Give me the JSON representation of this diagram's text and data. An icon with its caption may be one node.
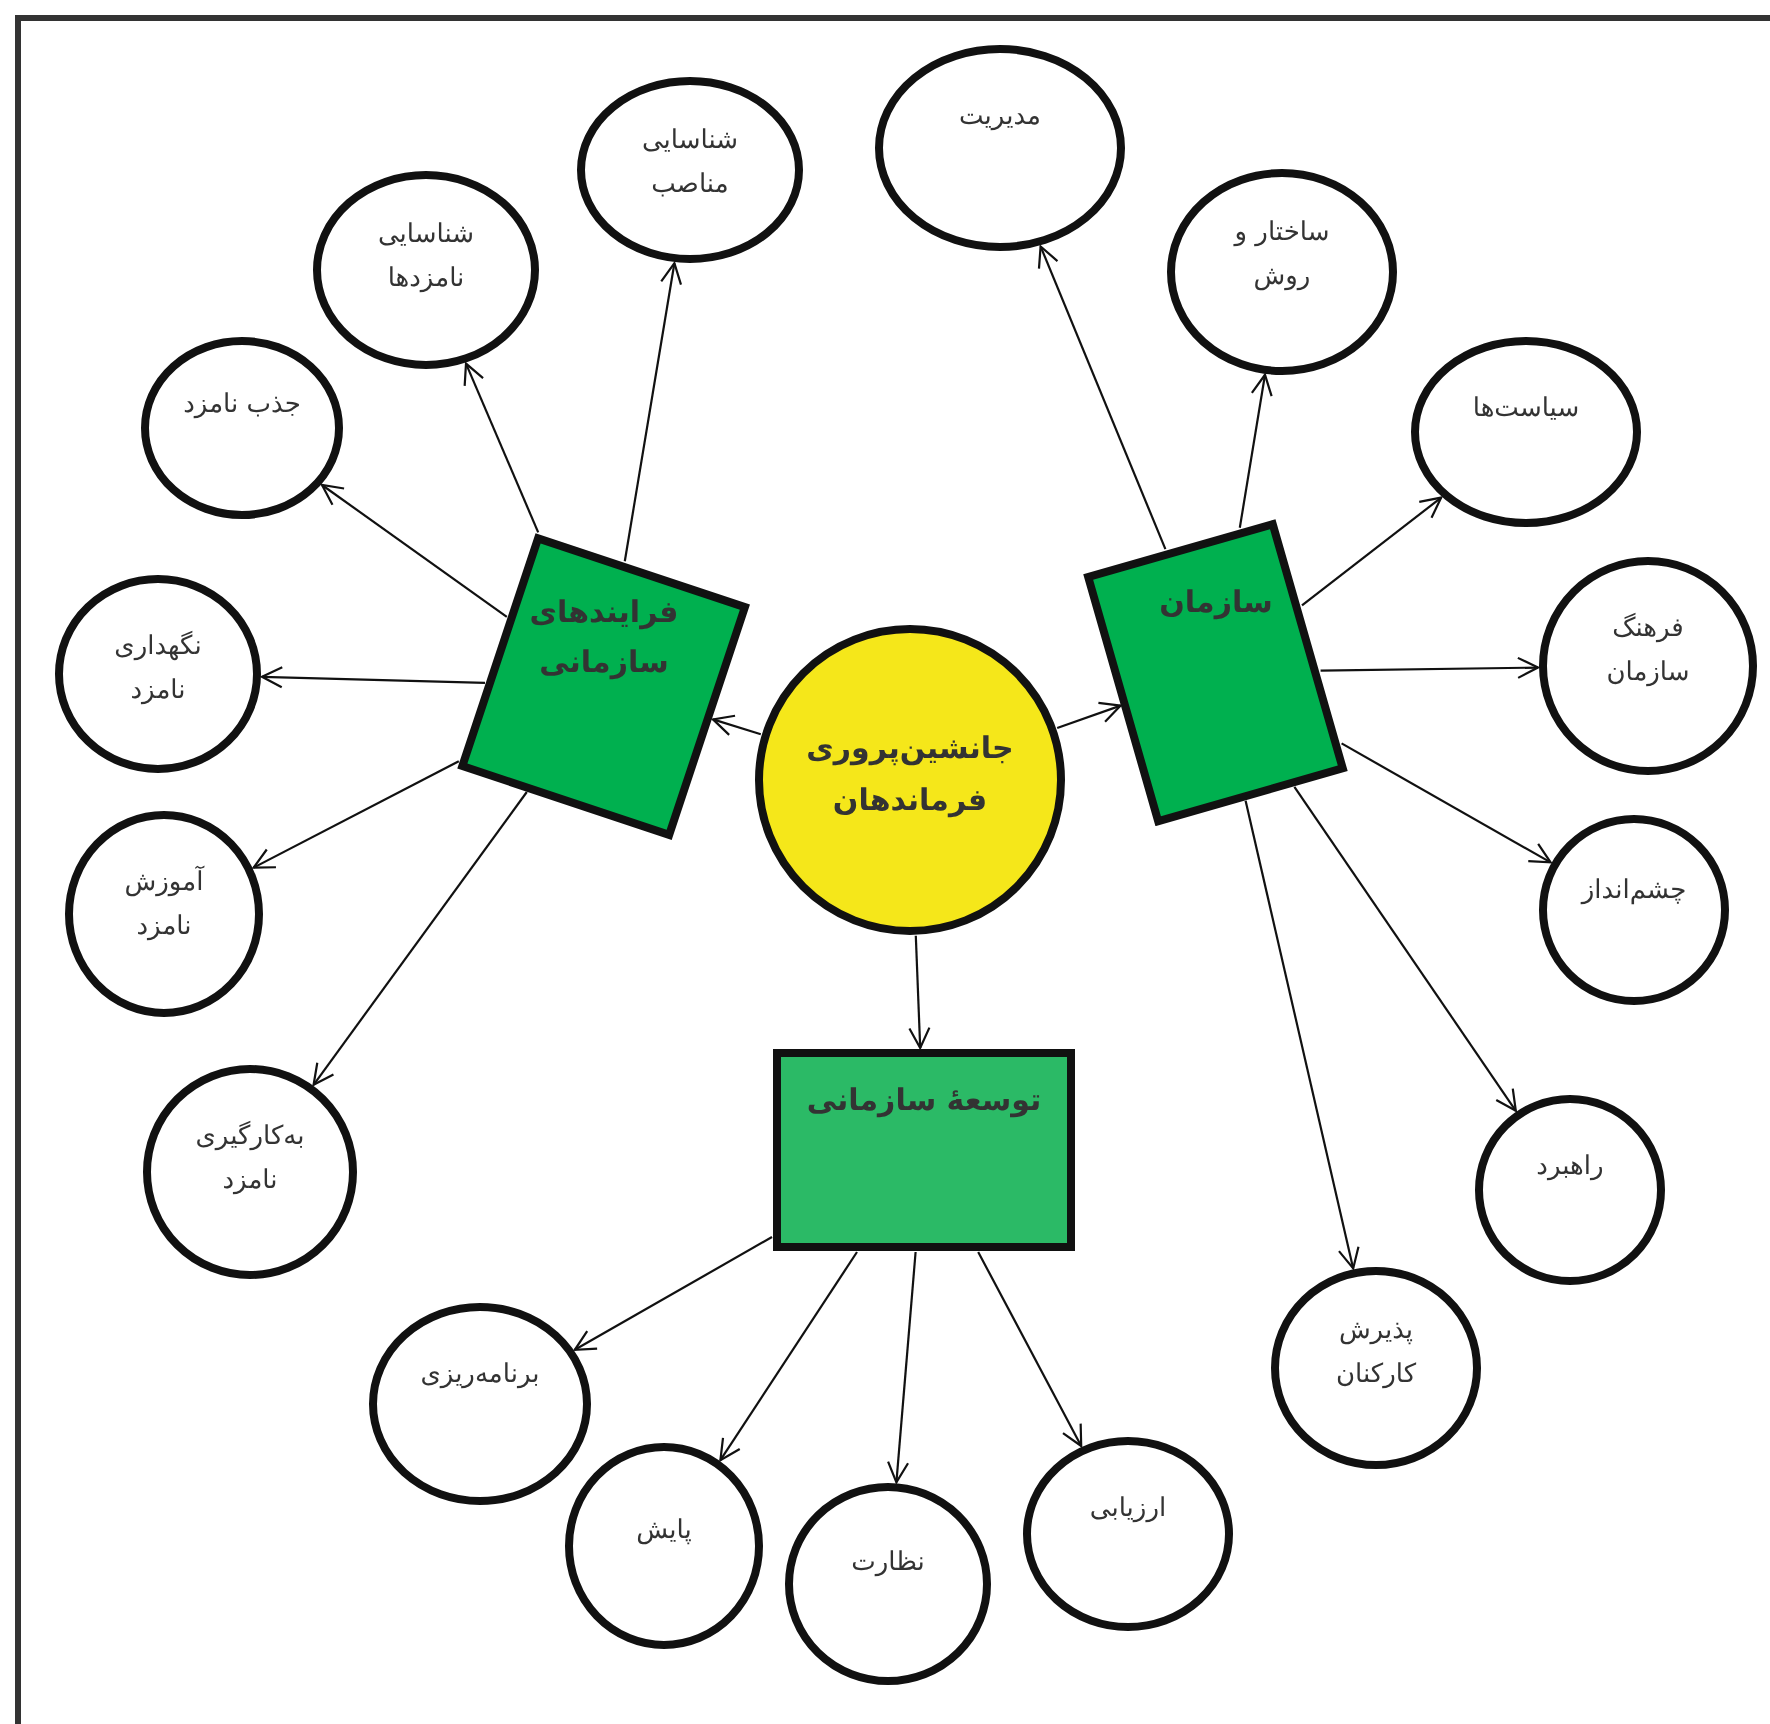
{
  "diagram": {
    "nodes": [
      {
        "text": [
          "جانشین‌پروری فرماندهان"
        ]
      },
      {
        "text": [
          "فرایندهای سازمانی"
        ]
      },
      {
        "text": [
          "سازمان"
        ]
      },
      {
        "text": [
          "توسعهٔ سازمانی"
        ]
      },
      {
        "text": [
          "شناسایی مناصب"
        ]
      },
      {
        "text": [
          "شناسایی نامزدها"
        ]
      },
      {
        "text": [
          "جذب نامزد"
        ]
      },
      {
        "text": [
          "نگهداری نامزد"
        ]
      },
      {
        "text": [
          "آموزش نامزد"
        ]
      },
      {
        "text": [
          "به‌کارگیری نامزد"
        ]
      },
      {
        "text": [
          "مدیریت"
        ]
      },
      {
        "text": [
          "ساختار و روش"
        ]
      },
      {
        "text": [
          "سیاست‌ها"
        ]
      },
      {
        "text": [
          "فرهنگ سازمان"
        ]
      },
      {
        "text": [
          "چشم‌انداز"
        ]
      },
      {
        "text": [
          "راهبرد"
        ]
      },
      {
        "text": [
          "پذیرش کارکنان"
        ]
      },
      {
        "text": [
          "برنامه‌ریزی"
        ]
      },
      {
        "text": [
          "پایش"
        ]
      },
      {
        "text": [
          "نظارت"
        ]
      },
      {
        "text": [
          "ارزیابی"
        ]
      }
    ],
    "edges": [
      {
        "from": 0,
        "to": 1,
        "arrow": "to"
      },
      {
        "from": 0,
        "to": 2,
        "arrow": "to"
      },
      {
        "from": 0,
        "to": 3,
        "arrow": "to"
      },
      {
        "from": 1,
        "to": 4,
        "arrow": "to"
      },
      {
        "from": 1,
        "to": 5,
        "arrow": "to"
      },
      {
        "from": 1,
        "to": 6,
        "arrow": "to"
      },
      {
        "from": 1,
        "to": 7,
        "arrow": "to"
      },
      {
        "from": 1,
        "to": 8,
        "arrow": "to"
      },
      {
        "from": 1,
        "to": 9,
        "arrow": "to"
      },
      {
        "from": 2,
        "to": 10,
        "arrow": "to"
      },
      {
        "from": 2,
        "to": 11,
        "arrow": "to"
      },
      {
        "from": 2,
        "to": 12,
        "arrow": "to"
      },
      {
        "from": 2,
        "to": 13,
        "arrow": "to"
      },
      {
        "from": 2,
        "to": 14,
        "arrow": "to"
      },
      {
        "from": 2,
        "to": 15,
        "arrow": "to"
      },
      {
        "from": 2,
        "to": 16,
        "arrow": "to"
      },
      {
        "from": 3,
        "to": 17,
        "arrow": "to"
      },
      {
        "from": 3,
        "to": 18,
        "arrow": "to"
      },
      {
        "from": 3,
        "to": 19,
        "arrow": "to"
      },
      {
        "from": 3,
        "to": 20,
        "arrow": "to"
      }
    ]
  }
}
